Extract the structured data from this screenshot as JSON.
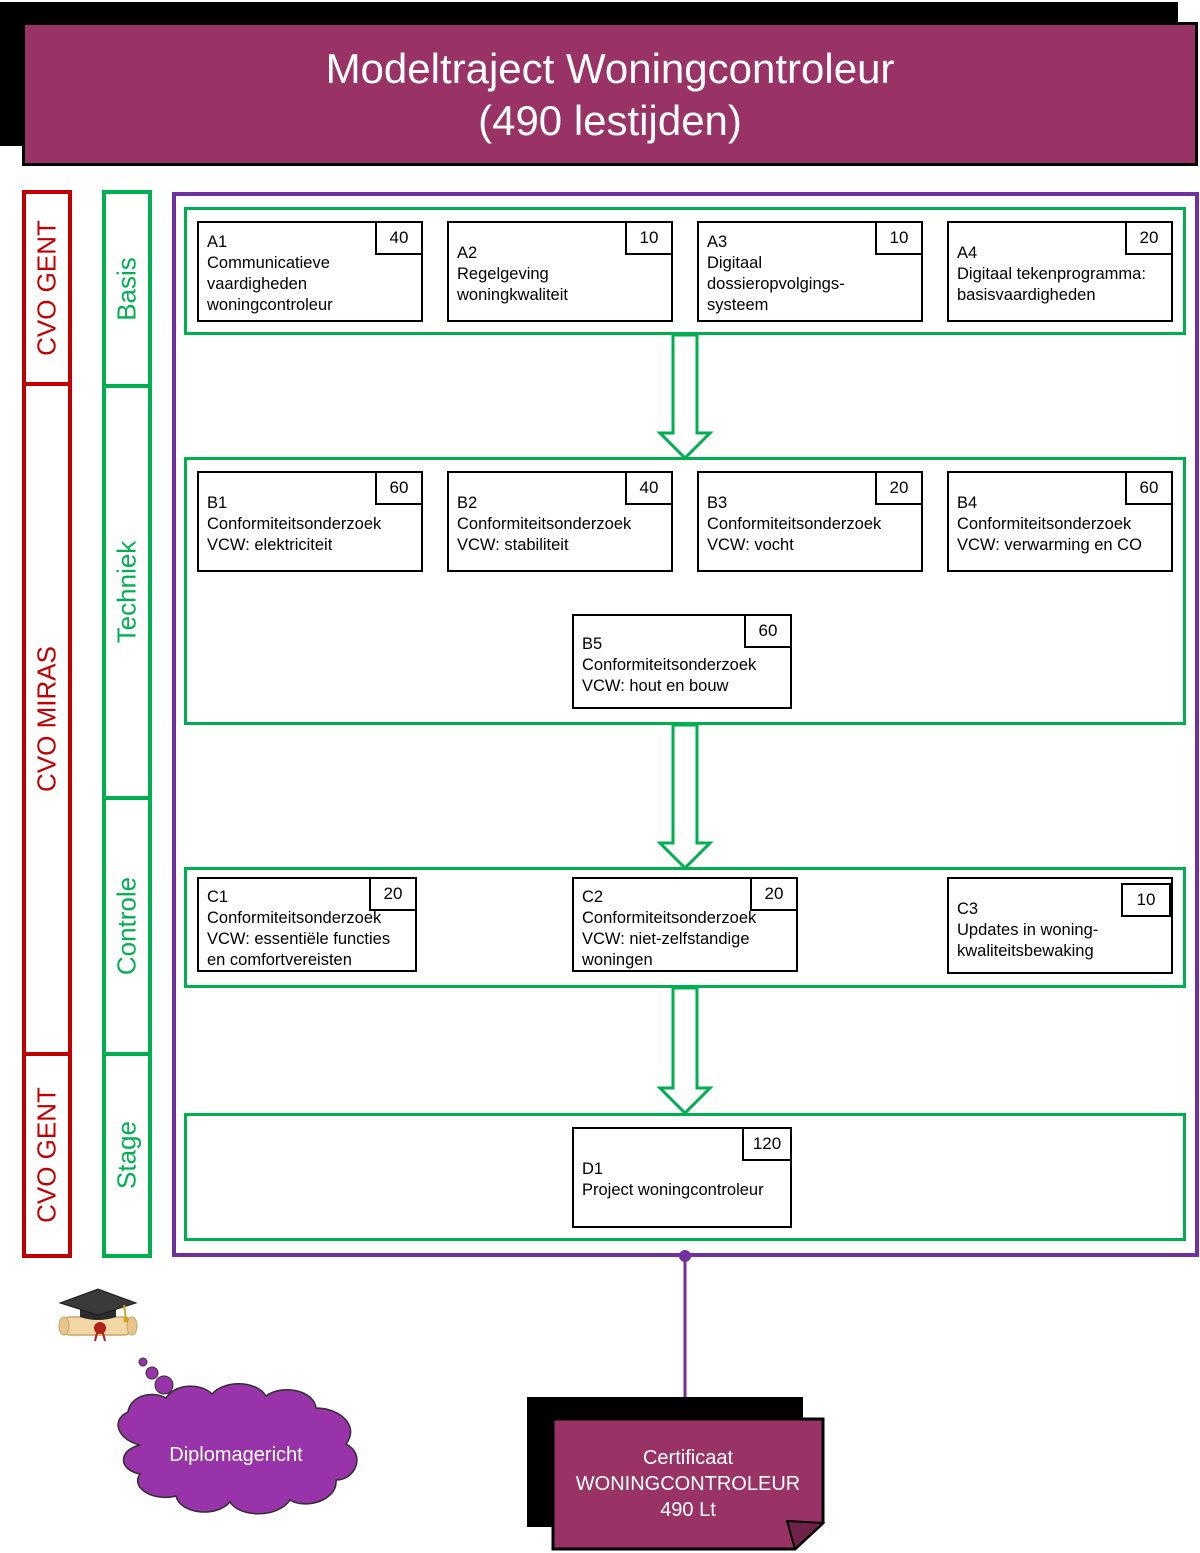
{
  "header": {
    "title_line1": "Modeltraject Woningcontroleur",
    "title_line2": "(490 lestijden)"
  },
  "providers": [
    "CVO GENT",
    "CVO MIRAS",
    "CVO GENT"
  ],
  "phases": [
    "Basis",
    "Techniek",
    "Controle",
    "Stage"
  ],
  "modules": {
    "A1": {
      "code": "A1",
      "desc": "Communicatieve\nvaardigheden\nwoningcontroleur",
      "hours": "40"
    },
    "A2": {
      "code": "A2",
      "desc": "Regelgeving\nwoningkwaliteit",
      "hours": "10"
    },
    "A3": {
      "code": "A3",
      "desc": "Digitaal\ndossieropvolgings-\nsysteem",
      "hours": "10"
    },
    "A4": {
      "code": "A4",
      "desc": "Digitaal tekenprogramma:\nbasisvaardigheden",
      "hours": "20"
    },
    "B1": {
      "code": "B1",
      "desc": "Conformiteitsonderzoek\nVCW: elektriciteit",
      "hours": "60"
    },
    "B2": {
      "code": "B2",
      "desc": "Conformiteitsonderzoek\nVCW: stabiliteit",
      "hours": "40"
    },
    "B3": {
      "code": "B3",
      "desc": "Conformiteitsonderzoek\nVCW: vocht",
      "hours": "20"
    },
    "B4": {
      "code": "B4",
      "desc": "Conformiteitsonderzoek\nVCW: verwarming en CO",
      "hours": "60"
    },
    "B5": {
      "code": "B5",
      "desc": "Conformiteitsonderzoek\nVCW: hout en bouw",
      "hours": "60"
    },
    "C1": {
      "code": "C1",
      "desc": "Conformiteitsonderzoek\nVCW: essentiële functies\nen comfortvereisten",
      "hours": "20"
    },
    "C2": {
      "code": "C2",
      "desc": "Conformiteitsonderzoek\nVCW: niet-zelfstandige\nwoningen",
      "hours": "20"
    },
    "C3": {
      "code": "C3",
      "desc": "Updates in woning-\nkwaliteitsbewaking",
      "hours": "10"
    },
    "D1": {
      "code": "D1",
      "desc": "Project woningcontroleur",
      "hours": "120"
    }
  },
  "cloud": {
    "label": "Diplomagericht"
  },
  "certificate": {
    "line1": "Certificaat",
    "line2": "WONINGCONTROLEUR",
    "line3": "490 Lt"
  },
  "colors": {
    "header": "#993366",
    "provider": "#c00000",
    "phase": "#00b050",
    "frame": "#7030a0",
    "cloud": "#9933aa"
  }
}
